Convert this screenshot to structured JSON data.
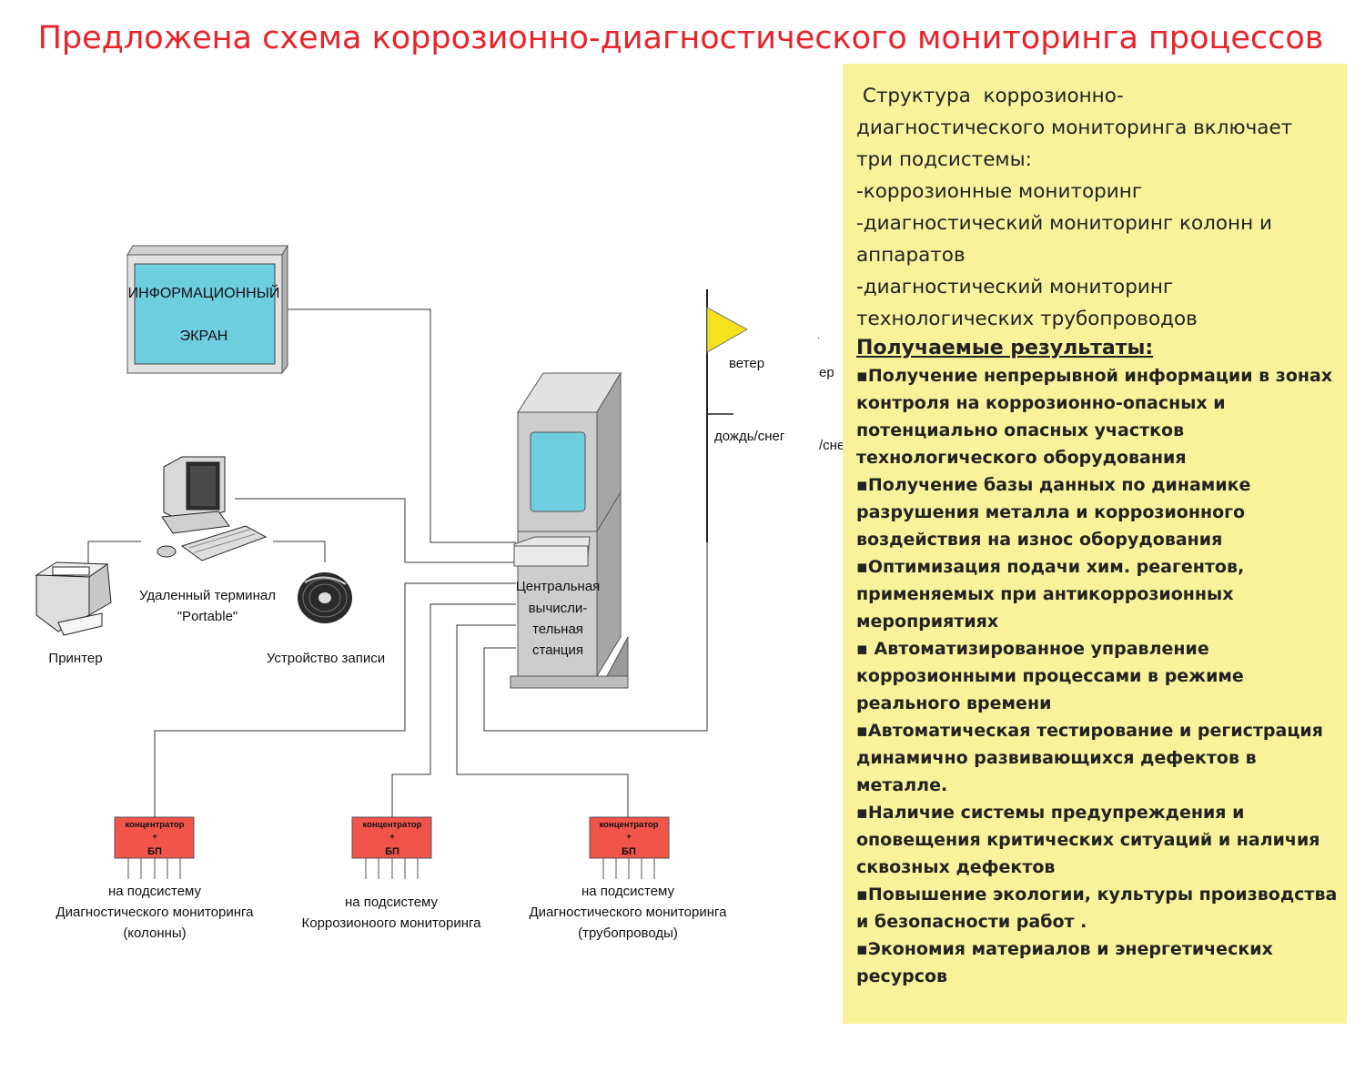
{
  "title": "Предложена схема коррозионно-диагностического мониторинга процессов",
  "diagram": {
    "info_screen": {
      "line1": "ИНФОРМАЦИОННЫЙ",
      "line2": "ЭКРАН"
    },
    "central_station": [
      "Центральная",
      "вычисли-",
      "тельная",
      "станция"
    ],
    "remote_terminal": [
      "Удаленный терминал",
      "\"Portable\""
    ],
    "printer": "Принтер",
    "recorder": "Устройство записи",
    "weather": {
      "wind": "ветер",
      "rain_snow": "дождь/снег",
      "cut_wind": "ер",
      "cut_rain": "/сне",
      "cut_dot": "·"
    },
    "concentrators": [
      {
        "lines": [
          "концентратор",
          "+",
          "БП"
        ],
        "caption": [
          "на подсистему",
          "Диагностического мониторинга",
          "(колонны)"
        ]
      },
      {
        "lines": [
          "концентратор",
          "+",
          "БП"
        ],
        "caption": [
          "на подсистему",
          "Коррозионоого мониторинга"
        ]
      },
      {
        "lines": [
          "концентратор",
          "+",
          "БП"
        ],
        "caption": [
          "на подсистему",
          "Диагностического мониторинга",
          "(трубопроводы)"
        ]
      }
    ]
  },
  "panel": {
    "intro_lines": [
      " Структура  коррозионно-",
      "диагностического мониторинга  включает",
      "три подсистемы:",
      "-коррозионные мониторинг",
      "-диагностический мониторинг  колонн и",
      "аппаратов",
      "-диагностический мониторинг",
      "технологических трубопроводов"
    ],
    "results_heading": "Получаемые результаты:",
    "results_lines": [
      "▪Получение непрерывной информации в зонах",
      "контроля на коррозионно-опасных  и",
      "потенциально опасных участков",
      "технологического оборудования",
      "▪Получение базы данных по динамике",
      "разрушения металла и коррозионного",
      "воздействия на износ  оборудования",
      "▪Оптимизация подачи  хим. реагентов,",
      "применяемых при антикоррозионных",
      "мероприятиях",
      "▪ Автоматизированное управление",
      "коррозионными процессами в режиме",
      "реального времени",
      "▪Автоматическая  тестирование и регистрация",
      "динамично развивающихся дефектов в",
      "металле.",
      "▪Наличие системы предупреждения и",
      "оповещения  критических ситуаций и  наличия",
      "сквозных дефектов",
      "▪Повышение экологии, культуры производства",
      "и безопасности работ .",
      "▪Экономия  материалов и энергетических",
      "ресурсов"
    ]
  },
  "colors": {
    "title": "#e8232b",
    "screen": "#6fcde0",
    "concentrator": "#f0544a",
    "panel": "#f9f29a",
    "flag": "#f5e11c"
  }
}
